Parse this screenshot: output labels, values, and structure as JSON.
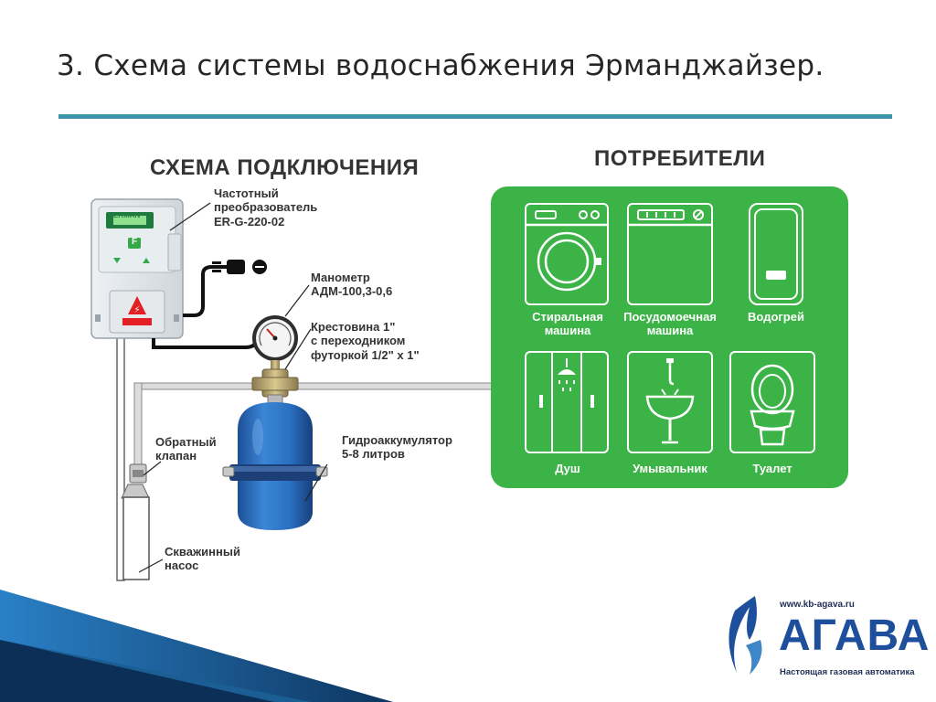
{
  "slide": {
    "title": "3. Схема системы водоснабжения Эрманджайзер."
  },
  "scheme": {
    "heading": "СХЕМА ПОДКЛЮЧЕНИЯ",
    "converter_label_1": "Частотный",
    "converter_label_2": "преобразователь",
    "converter_label_3": "ER-G-220-02",
    "converter_brand": "ERMAN",
    "converter_button": "F",
    "gauge_label_1": "Манометр",
    "gauge_label_2": "АДМ-100,3-0,6",
    "cross_label_1": "Крестовина 1\"",
    "cross_label_2": "с переходником",
    "cross_label_3": "футоркой 1/2\" х 1\"",
    "valve_label_1": "Обратный",
    "valve_label_2": "клапан",
    "tank_label_1": "Гидроаккумулятор",
    "tank_label_2": "5-8 литров",
    "pump_label_1": "Скважинный",
    "pump_label_2": "насос"
  },
  "consumers": {
    "heading": "ПОТРЕБИТЕЛИ",
    "items": [
      {
        "label_1": "Стиральная",
        "label_2": "машина",
        "icon": "washing-machine-icon"
      },
      {
        "label_1": "Посудомоечная",
        "label_2": "машина",
        "icon": "dishwasher-icon"
      },
      {
        "label_1": "Водогрей",
        "label_2": "",
        "icon": "water-heater-icon"
      },
      {
        "label_1": "Душ",
        "label_2": "",
        "icon": "shower-icon"
      },
      {
        "label_1": "Умывальник",
        "label_2": "",
        "icon": "washbasin-icon"
      },
      {
        "label_1": "Туалет",
        "label_2": "",
        "icon": "toilet-icon"
      }
    ]
  },
  "logo": {
    "url": "www.kb-agava.ru",
    "name": "АГАВА",
    "tagline": "Настоящая газовая автоматика"
  },
  "colors": {
    "accent_rule": "#3a95a8",
    "consumers_panel": "#3cb346",
    "tank": "#2a6fc0",
    "logo": "#1e4f9c"
  }
}
